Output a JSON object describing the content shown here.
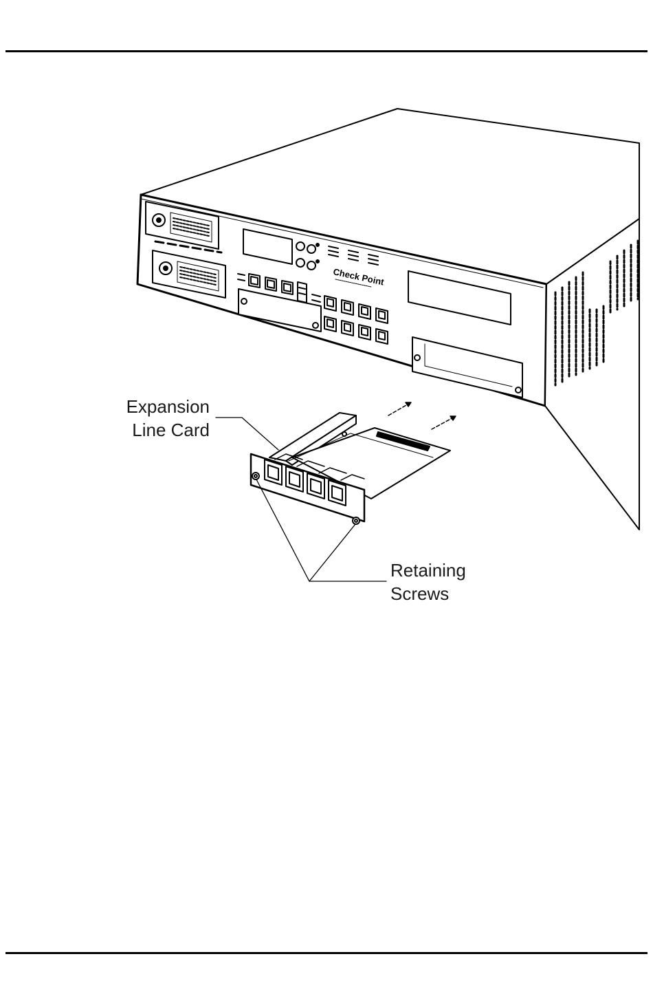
{
  "figure": {
    "device_logo": "Check Point",
    "callouts": {
      "expansion_line_card": [
        "Expansion",
        "Line Card"
      ],
      "retaining_screws": [
        "Retaining",
        "Screws"
      ]
    }
  }
}
